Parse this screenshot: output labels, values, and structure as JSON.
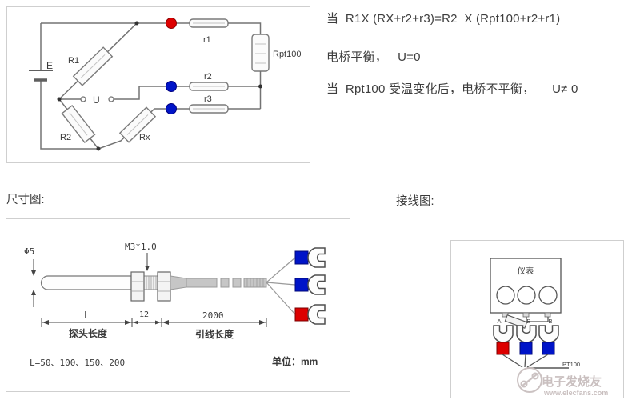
{
  "equations": {
    "line1": "当  R1X (RX+r2+r3)=R2  X (Rpt100+r2+r1)",
    "line2": "电桥平衡，   U=0",
    "line3": "当  Rpt100 受温变化后，电桥不平衡，     U≠ 0"
  },
  "sections": {
    "dimension_title": "尺寸图:",
    "wiring_title": "接线图:"
  },
  "bridge": {
    "battery": "E",
    "R1": "R1",
    "R2": "R2",
    "Rx": "Rx",
    "U": "U",
    "r1": "r1",
    "r2": "r2",
    "r3": "r3",
    "Rpt100": "Rpt100"
  },
  "dimension": {
    "diameter": "Φ5",
    "thread": "M3*1.0",
    "probe_len": "L",
    "mid_len": "12",
    "lead_len": "2000",
    "probe_len_text": "探头长度",
    "lead_len_text": "引线长度",
    "length_values": "L=50、100、150、200",
    "unit": "单位：mm"
  },
  "wiring": {
    "instrument": "仪表",
    "terminal_a": "A",
    "terminal_b1": "B",
    "terminal_b2": "B",
    "sensor": "PT100"
  },
  "watermark": {
    "brand": "电子发烧友",
    "site": "www.elecfans.com"
  },
  "colors": {
    "accent_red": "#dd0000",
    "accent_blue": "#0014c8",
    "wire_gray": "#737373",
    "border_gray": "#cfcfcf",
    "text_gray": "#3d3d3d",
    "watermark_gray": "#c9bfbf"
  }
}
